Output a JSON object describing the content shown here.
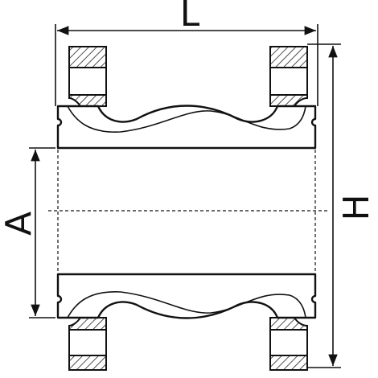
{
  "labels": {
    "length": "L",
    "height": "H",
    "bore": "A"
  }
}
